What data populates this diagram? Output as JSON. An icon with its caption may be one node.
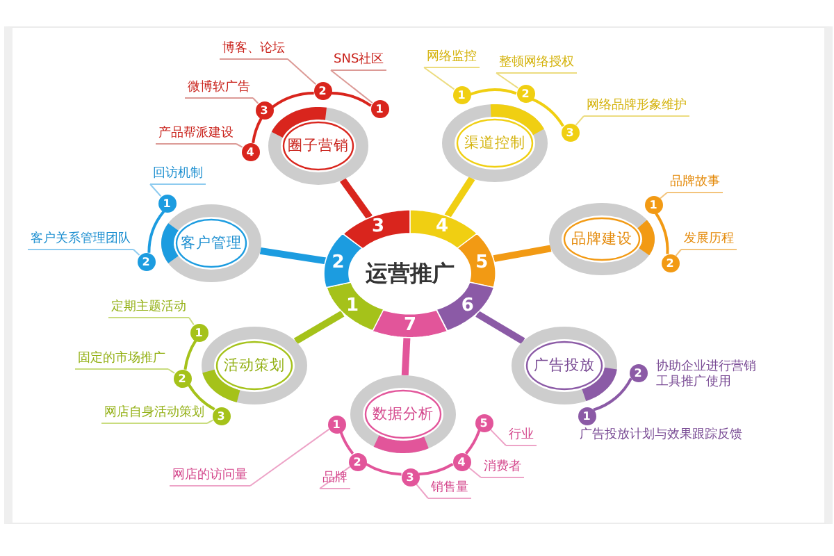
{
  "diagram": {
    "nodes": [
      {
        "text": [
          "运营推广"
        ]
      },
      {
        "text": [
          "1"
        ]
      },
      {
        "text": [
          "2"
        ]
      },
      {
        "text": [
          "3"
        ]
      },
      {
        "text": [
          "4"
        ]
      },
      {
        "text": [
          "5"
        ]
      },
      {
        "text": [
          "6"
        ]
      },
      {
        "text": [
          "7"
        ]
      },
      {
        "text": [
          "活动策划"
        ]
      },
      {
        "text": [
          "客户管理"
        ]
      },
      {
        "text": [
          "圈子营销"
        ]
      },
      {
        "text": [
          "渠道控制"
        ]
      },
      {
        "text": [
          "品牌建设"
        ]
      },
      {
        "text": [
          "广告投放"
        ]
      },
      {
        "text": [
          "数据分析"
        ]
      },
      {
        "text": [
          "定期主题活动"
        ]
      },
      {
        "text": [
          "1"
        ]
      },
      {
        "text": [
          "固定的市场推广"
        ]
      },
      {
        "text": [
          "2"
        ]
      },
      {
        "text": [
          "网店自身活动策划"
        ]
      },
      {
        "text": [
          "3"
        ]
      },
      {
        "text": [
          "回访机制"
        ]
      },
      {
        "text": [
          "1"
        ]
      },
      {
        "text": [
          "客户关系管理团队"
        ]
      },
      {
        "text": [
          "2"
        ]
      },
      {
        "text": [
          "SNS社区"
        ]
      },
      {
        "text": [
          "1"
        ]
      },
      {
        "text": [
          "博客、论坛"
        ]
      },
      {
        "text": [
          "2"
        ]
      },
      {
        "text": [
          "微博软广告"
        ]
      },
      {
        "text": [
          "3"
        ]
      },
      {
        "text": [
          "产品帮派建设"
        ]
      },
      {
        "text": [
          "4"
        ]
      },
      {
        "text": [
          "网络监控"
        ]
      },
      {
        "text": [
          "1"
        ]
      },
      {
        "text": [
          "整顿网络授权"
        ]
      },
      {
        "text": [
          "2"
        ]
      },
      {
        "text": [
          "网络品牌形象维护"
        ]
      },
      {
        "text": [
          "3"
        ]
      },
      {
        "text": [
          "品牌故事"
        ]
      },
      {
        "text": [
          "1"
        ]
      },
      {
        "text": [
          "发展历程"
        ]
      },
      {
        "text": [
          "2"
        ]
      },
      {
        "text": [
          "1"
        ],
        "beside": [
          "广告投放计划与效果跟踪反馈"
        ]
      },
      {
        "text": [
          "2"
        ],
        "beside": [
          "协助企业进行营销工具推广使用"
        ]
      },
      {
        "text": [
          "网店的访问量"
        ]
      },
      {
        "text": [
          "1"
        ]
      },
      {
        "text": [
          "品牌"
        ]
      },
      {
        "text": [
          "2"
        ]
      },
      {
        "text": [
          "销售量"
        ]
      },
      {
        "text": [
          "3"
        ]
      },
      {
        "text": [
          "消费者"
        ]
      },
      {
        "text": [
          "4"
        ]
      },
      {
        "text": [
          "行业"
        ]
      },
      {
        "text": [
          "5"
        ]
      }
    ],
    "edges": [
      {
        "from": 1,
        "to": 8,
        "arrow": "none",
        "style": "thick",
        "color": "#a5c21a"
      },
      {
        "from": 2,
        "to": 9,
        "arrow": "none",
        "style": "thick",
        "color": "#1c9ce0"
      },
      {
        "from": 3,
        "to": 10,
        "arrow": "none",
        "style": "thick",
        "color": "#d9251d"
      },
      {
        "from": 4,
        "to": 11,
        "arrow": "none",
        "style": "thick",
        "color": "#f0cf12"
      },
      {
        "from": 5,
        "to": 12,
        "arrow": "none",
        "style": "thick",
        "color": "#f29a14"
      },
      {
        "from": 6,
        "to": 13,
        "arrow": "none",
        "style": "thick",
        "color": "#8b5aa6"
      },
      {
        "from": 7,
        "to": 14,
        "arrow": "none",
        "style": "thick",
        "color": "#e2559a"
      },
      {
        "from": 15,
        "to": 16,
        "arrow": "none",
        "color": "#c9dc7e"
      },
      {
        "from": 17,
        "to": 18,
        "arrow": "none",
        "color": "#c9dc7e"
      },
      {
        "from": 19,
        "to": 20,
        "arrow": "none",
        "color": "#c9dc7e"
      },
      {
        "from": 16,
        "to": 18,
        "arrow": "none",
        "color": "#a5c21a"
      },
      {
        "from": 18,
        "to": 20,
        "arrow": "none",
        "color": "#a5c21a"
      },
      {
        "from": 21,
        "to": 22,
        "arrow": "none",
        "color": "#8ecbef"
      },
      {
        "from": 23,
        "to": 24,
        "arrow": "none",
        "color": "#8ecbef"
      },
      {
        "from": 22,
        "to": 24,
        "arrow": "none",
        "color": "#1c9ce0"
      },
      {
        "from": 25,
        "to": 26,
        "arrow": "none",
        "color": "#dc9a96"
      },
      {
        "from": 27,
        "to": 28,
        "arrow": "none",
        "color": "#dc9a96"
      },
      {
        "from": 29,
        "to": 30,
        "arrow": "none",
        "color": "#dc9a96"
      },
      {
        "from": 31,
        "to": 32,
        "arrow": "none",
        "color": "#dc9a96"
      },
      {
        "from": 26,
        "to": 28,
        "arrow": "none",
        "color": "#d9251d"
      },
      {
        "from": 28,
        "to": 30,
        "arrow": "none",
        "color": "#d9251d"
      },
      {
        "from": 30,
        "to": 32,
        "arrow": "none",
        "color": "#d9251d"
      },
      {
        "from": 33,
        "to": 34,
        "arrow": "none",
        "color": "#ecdc80"
      },
      {
        "from": 35,
        "to": 36,
        "arrow": "none",
        "color": "#ecdc80"
      },
      {
        "from": 37,
        "to": 38,
        "arrow": "none",
        "color": "#ecdc80"
      },
      {
        "from": 34,
        "to": 36,
        "arrow": "none",
        "color": "#f0cf12"
      },
      {
        "from": 36,
        "to": 38,
        "arrow": "none",
        "color": "#f0cf12"
      },
      {
        "from": 39,
        "to": 40,
        "arrow": "none",
        "color": "#f3c47c"
      },
      {
        "from": 41,
        "to": 42,
        "arrow": "none",
        "color": "#f3c47c"
      },
      {
        "from": 40,
        "to": 42,
        "arrow": "none",
        "color": "#f29a14"
      },
      {
        "from": 43,
        "to": 44,
        "arrow": "none",
        "color": "#8b5aa6"
      },
      {
        "from": 45,
        "to": 46,
        "arrow": "none",
        "color": "#eda3c7"
      },
      {
        "from": 47,
        "to": 48,
        "arrow": "none",
        "color": "#eda3c7"
      },
      {
        "from": 49,
        "to": 50,
        "arrow": "none",
        "color": "#eda3c7"
      },
      {
        "from": 51,
        "to": 52,
        "arrow": "none",
        "color": "#eda3c7"
      },
      {
        "from": 53,
        "to": 54,
        "arrow": "none",
        "color": "#eda3c7"
      },
      {
        "from": 46,
        "to": 48,
        "arrow": "none",
        "color": "#e2559a"
      },
      {
        "from": 48,
        "to": 50,
        "arrow": "none",
        "color": "#e2559a"
      },
      {
        "from": 50,
        "to": 52,
        "arrow": "none",
        "color": "#e2559a"
      },
      {
        "from": 52,
        "to": 54,
        "arrow": "none",
        "color": "#e2559a"
      }
    ]
  }
}
